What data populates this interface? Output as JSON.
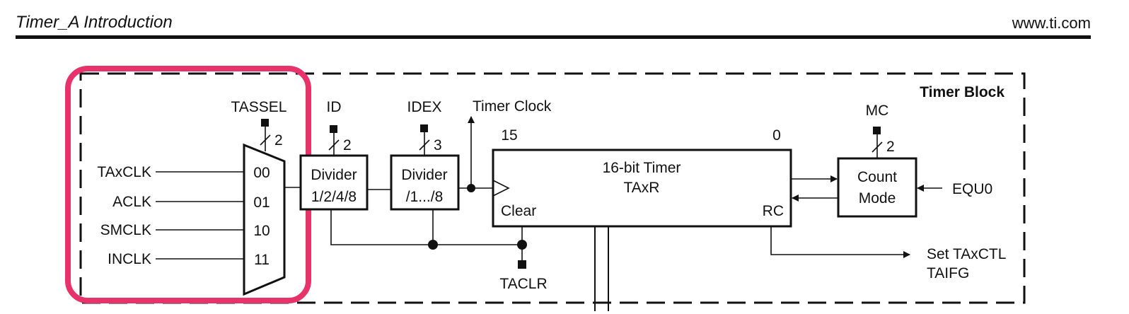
{
  "header": {
    "title": "Timer_A Introduction",
    "url": "www.ti.com"
  },
  "diagram": {
    "block_title": "Timer Block",
    "inputs": [
      "TAxCLK",
      "ACLK",
      "SMCLK",
      "INCLK"
    ],
    "mux_select_values": [
      "00",
      "01",
      "10",
      "11"
    ],
    "tassel": {
      "label": "TASSEL",
      "width": "2"
    },
    "id": {
      "label": "ID",
      "width": "2"
    },
    "idex": {
      "label": "IDEX",
      "width": "3"
    },
    "divider_id": {
      "line1": "Divider",
      "line2": "1/2/4/8"
    },
    "divider_idex": {
      "line1": "Divider",
      "line2": "/1.../8"
    },
    "timer_clock": "Timer Clock",
    "timer": {
      "bit_high": "15",
      "bit_low": "0",
      "title": "16-bit Timer",
      "name": "TAxR",
      "clear": "Clear",
      "rc": "RC"
    },
    "mc": {
      "label": "MC",
      "width": "2"
    },
    "count_mode": {
      "line1": "Count",
      "line2": "Mode"
    },
    "equ0": "EQU0",
    "taclr": "TACLR",
    "taifg": {
      "line1": "Set TAxCTL",
      "line2": "TAIFG"
    },
    "highlight_color": "#e8336a"
  }
}
